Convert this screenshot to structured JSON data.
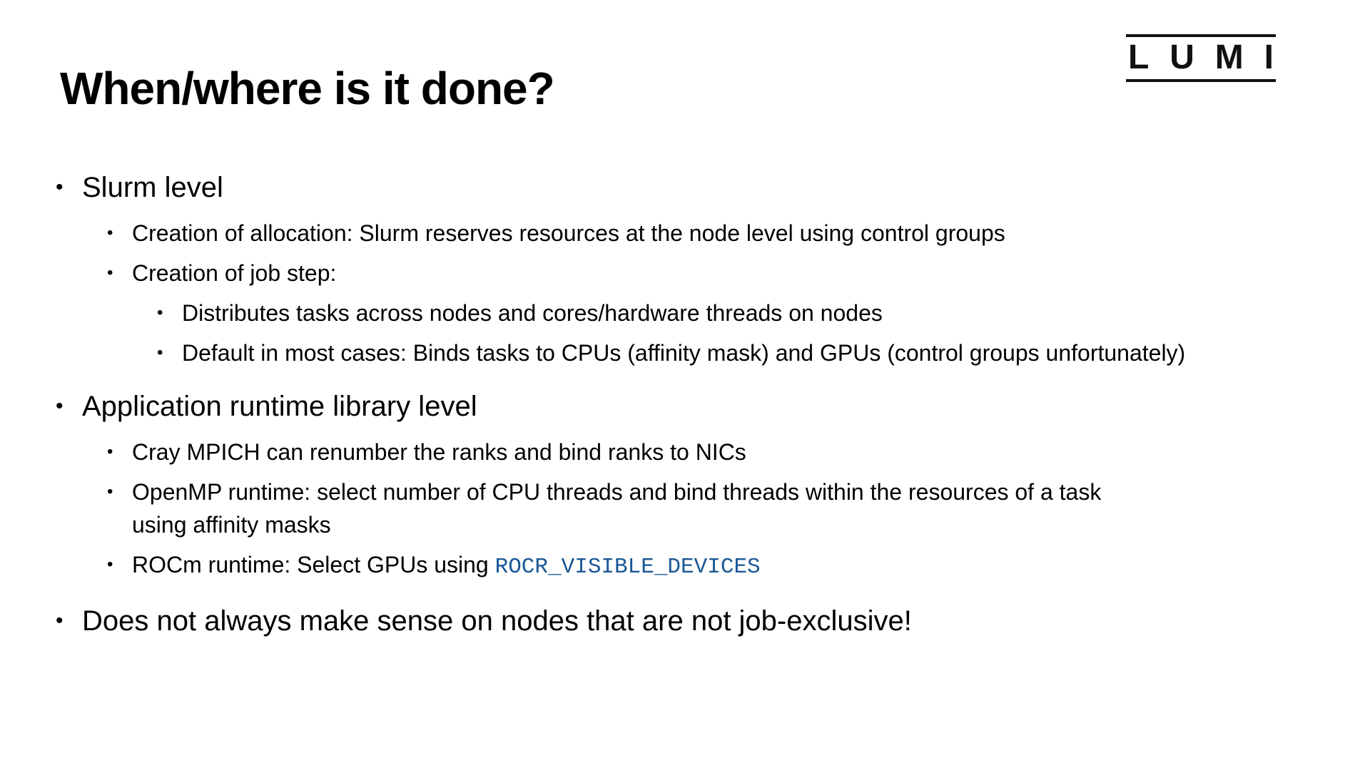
{
  "slide": {
    "title": "When/where is it done?",
    "bullet_char": "•",
    "logo": {
      "name": "LUMI",
      "letters": [
        "L",
        "U",
        "M",
        "I"
      ]
    },
    "colors": {
      "background": "#ffffff",
      "text": "#000000",
      "code_blue": "#1a5896"
    },
    "bullets": [
      {
        "level": 1,
        "text": "Slurm level"
      },
      {
        "level": 2,
        "text": "Creation of allocation: Slurm reserves resources at the node level using control groups"
      },
      {
        "level": 2,
        "text": "Creation of job step:"
      },
      {
        "level": 3,
        "text": "Distributes tasks across nodes and cores/hardware threads on nodes"
      },
      {
        "level": 3,
        "text": "Default in most cases: Binds tasks to CPUs (affinity mask) and GPUs (control groups unfortunately)"
      },
      {
        "level": 1,
        "text": "Application runtime library level"
      },
      {
        "level": 2,
        "text": "Cray MPICH can renumber the ranks and bind ranks to NICs"
      },
      {
        "level": 2,
        "text": "OpenMP runtime: select number of CPU threads and bind threads within the resources of a task using affinity masks"
      },
      {
        "level": 2,
        "text": "ROCm runtime: Select GPUs using ",
        "code": "ROCR_VISIBLE_DEVICES"
      },
      {
        "level": 1,
        "text": "Does not always make sense on nodes that are not job-exclusive!"
      }
    ]
  }
}
